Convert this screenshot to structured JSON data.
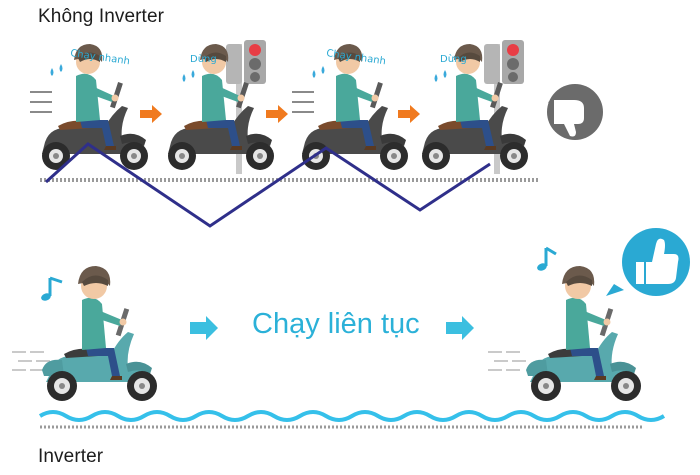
{
  "top_title": "Không Inverter",
  "bottom_title": "Inverter",
  "middle_label": "Chạy liên tục",
  "labels": {
    "fast_1": "Chạy nhanh",
    "stop_1": "Dừng",
    "fast_2": "Chạy nhanh",
    "stop_2": "Dừng"
  },
  "icons": {
    "thumb_down": "thumb-down-icon",
    "thumb_up": "thumb-up-icon",
    "music_note": "music-note-icon",
    "arrow": "arrow-right-icon",
    "traffic_light": "traffic-light-icon"
  },
  "colors": {
    "zigzag_line": "#2f2f8a",
    "wave_line": "#35c0ea",
    "arrow_orange": "#f07a1f",
    "arrow_teal": "#3bbfe0",
    "scooter_dark": "#4a4a4a",
    "scooter_teal": "#58a9ad",
    "shirt": "#4aa89b",
    "pants": "#2d4f8a",
    "road": "#9a9a9a",
    "red_light": "#e83d45"
  }
}
